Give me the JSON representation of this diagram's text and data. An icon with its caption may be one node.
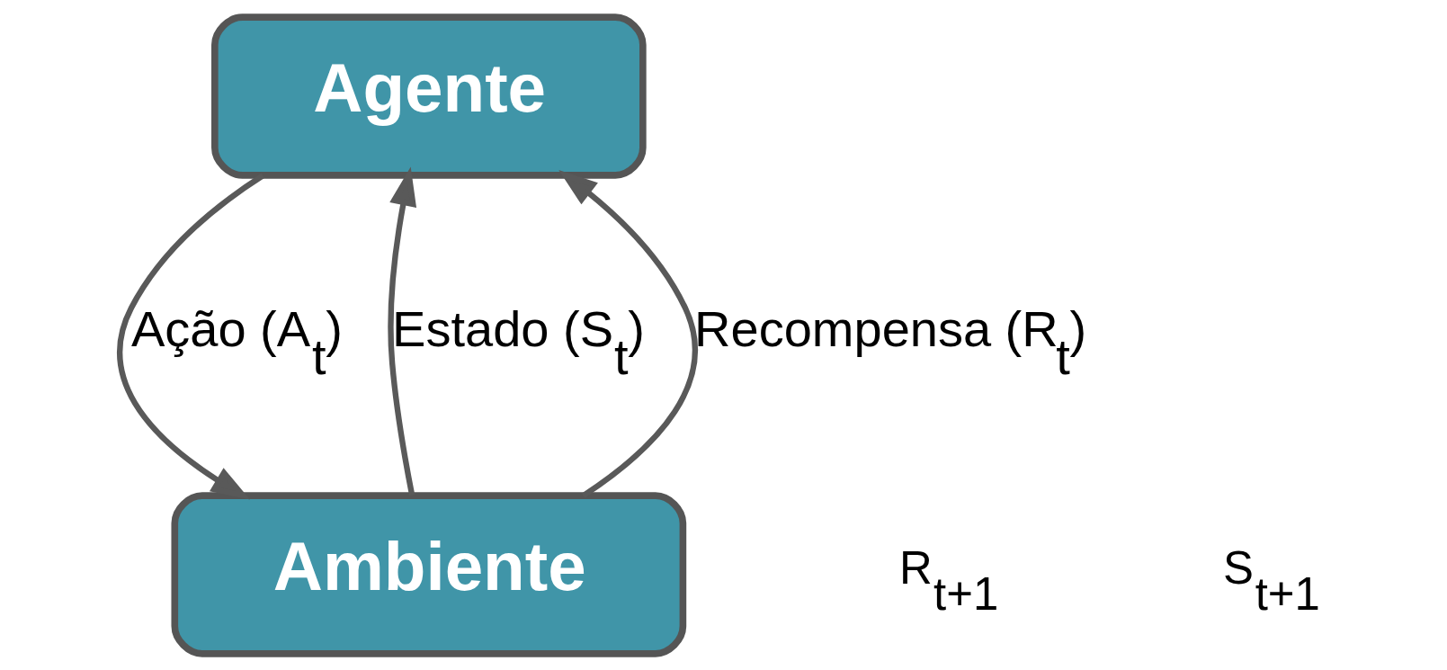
{
  "diagram": {
    "nodes": [
      {
        "text": [
          "Agente"
        ]
      },
      {
        "text": [
          "Ambiente"
        ]
      }
    ],
    "edges": [
      {
        "from": 1,
        "to": 0,
        "arrow": "to",
        "label": "Estado (S$_{t}$)"
      },
      {
        "from": 1,
        "to": 0,
        "arrow": "to",
        "label": "Recompensa (R$_{t}$)"
      },
      {
        "from": 0,
        "to": 1,
        "arrow": "to",
        "label": "Ação (A$_{t}$)"
      }
    ],
    "labels": [
      "R$_{t+1}$",
      "S$_{t+1}$"
    ]
  }
}
